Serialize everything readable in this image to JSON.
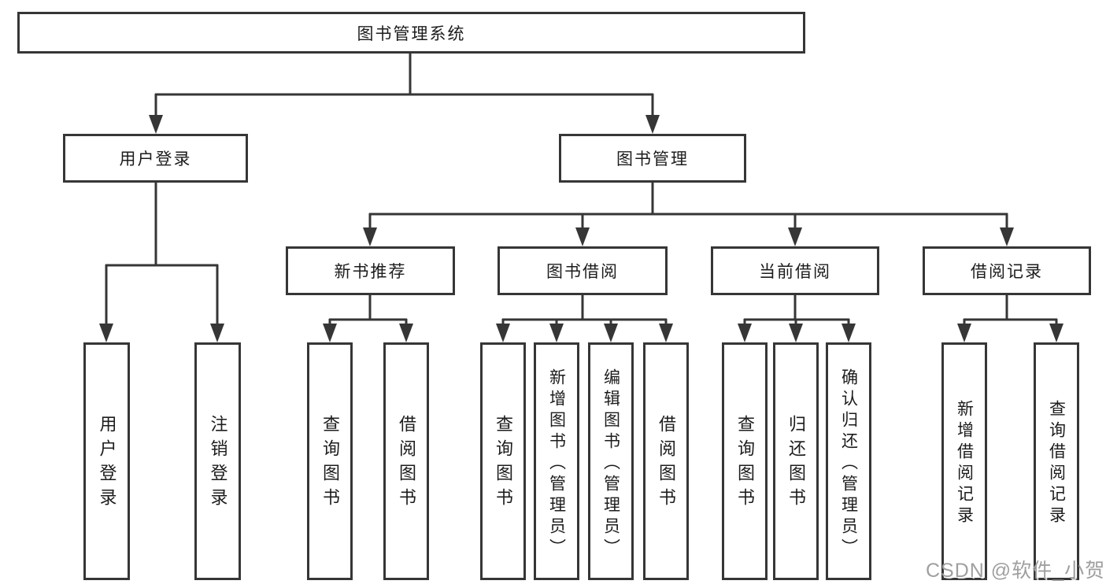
{
  "diagram_title": "图书管理系统",
  "colors": {
    "line": "#363636",
    "box_border": "#363636",
    "text": "#1c1c1c",
    "watermark": "#9f9f9f",
    "background": "#ffffff"
  },
  "nodes": {
    "root": "图书管理系统",
    "level1": {
      "user_login": "用户登录",
      "book_mgmt": "图书管理"
    },
    "level2": {
      "new_book_rec": "新书推荐",
      "book_borrow": "图书借阅",
      "current_borrow": "当前借阅",
      "borrow_records": "借阅记录"
    },
    "leaves": {
      "user_login": "用户登录",
      "logout": "注销登录",
      "nbr_query": "查询图书",
      "nbr_borrow": "借阅图书",
      "bb_query": "查询图书",
      "bb_add": "新增图书（管理员）",
      "bb_edit": "编辑图书（管理员）",
      "bb_borrow": "借阅图书",
      "cb_query": "查询图书",
      "cb_return": "归还图书",
      "cb_confirm": "确认归还（管理员）",
      "br_add": "新增借阅记录",
      "br_query": "查询借阅记录"
    }
  },
  "watermark": "CSDN @软件_小贺同学"
}
